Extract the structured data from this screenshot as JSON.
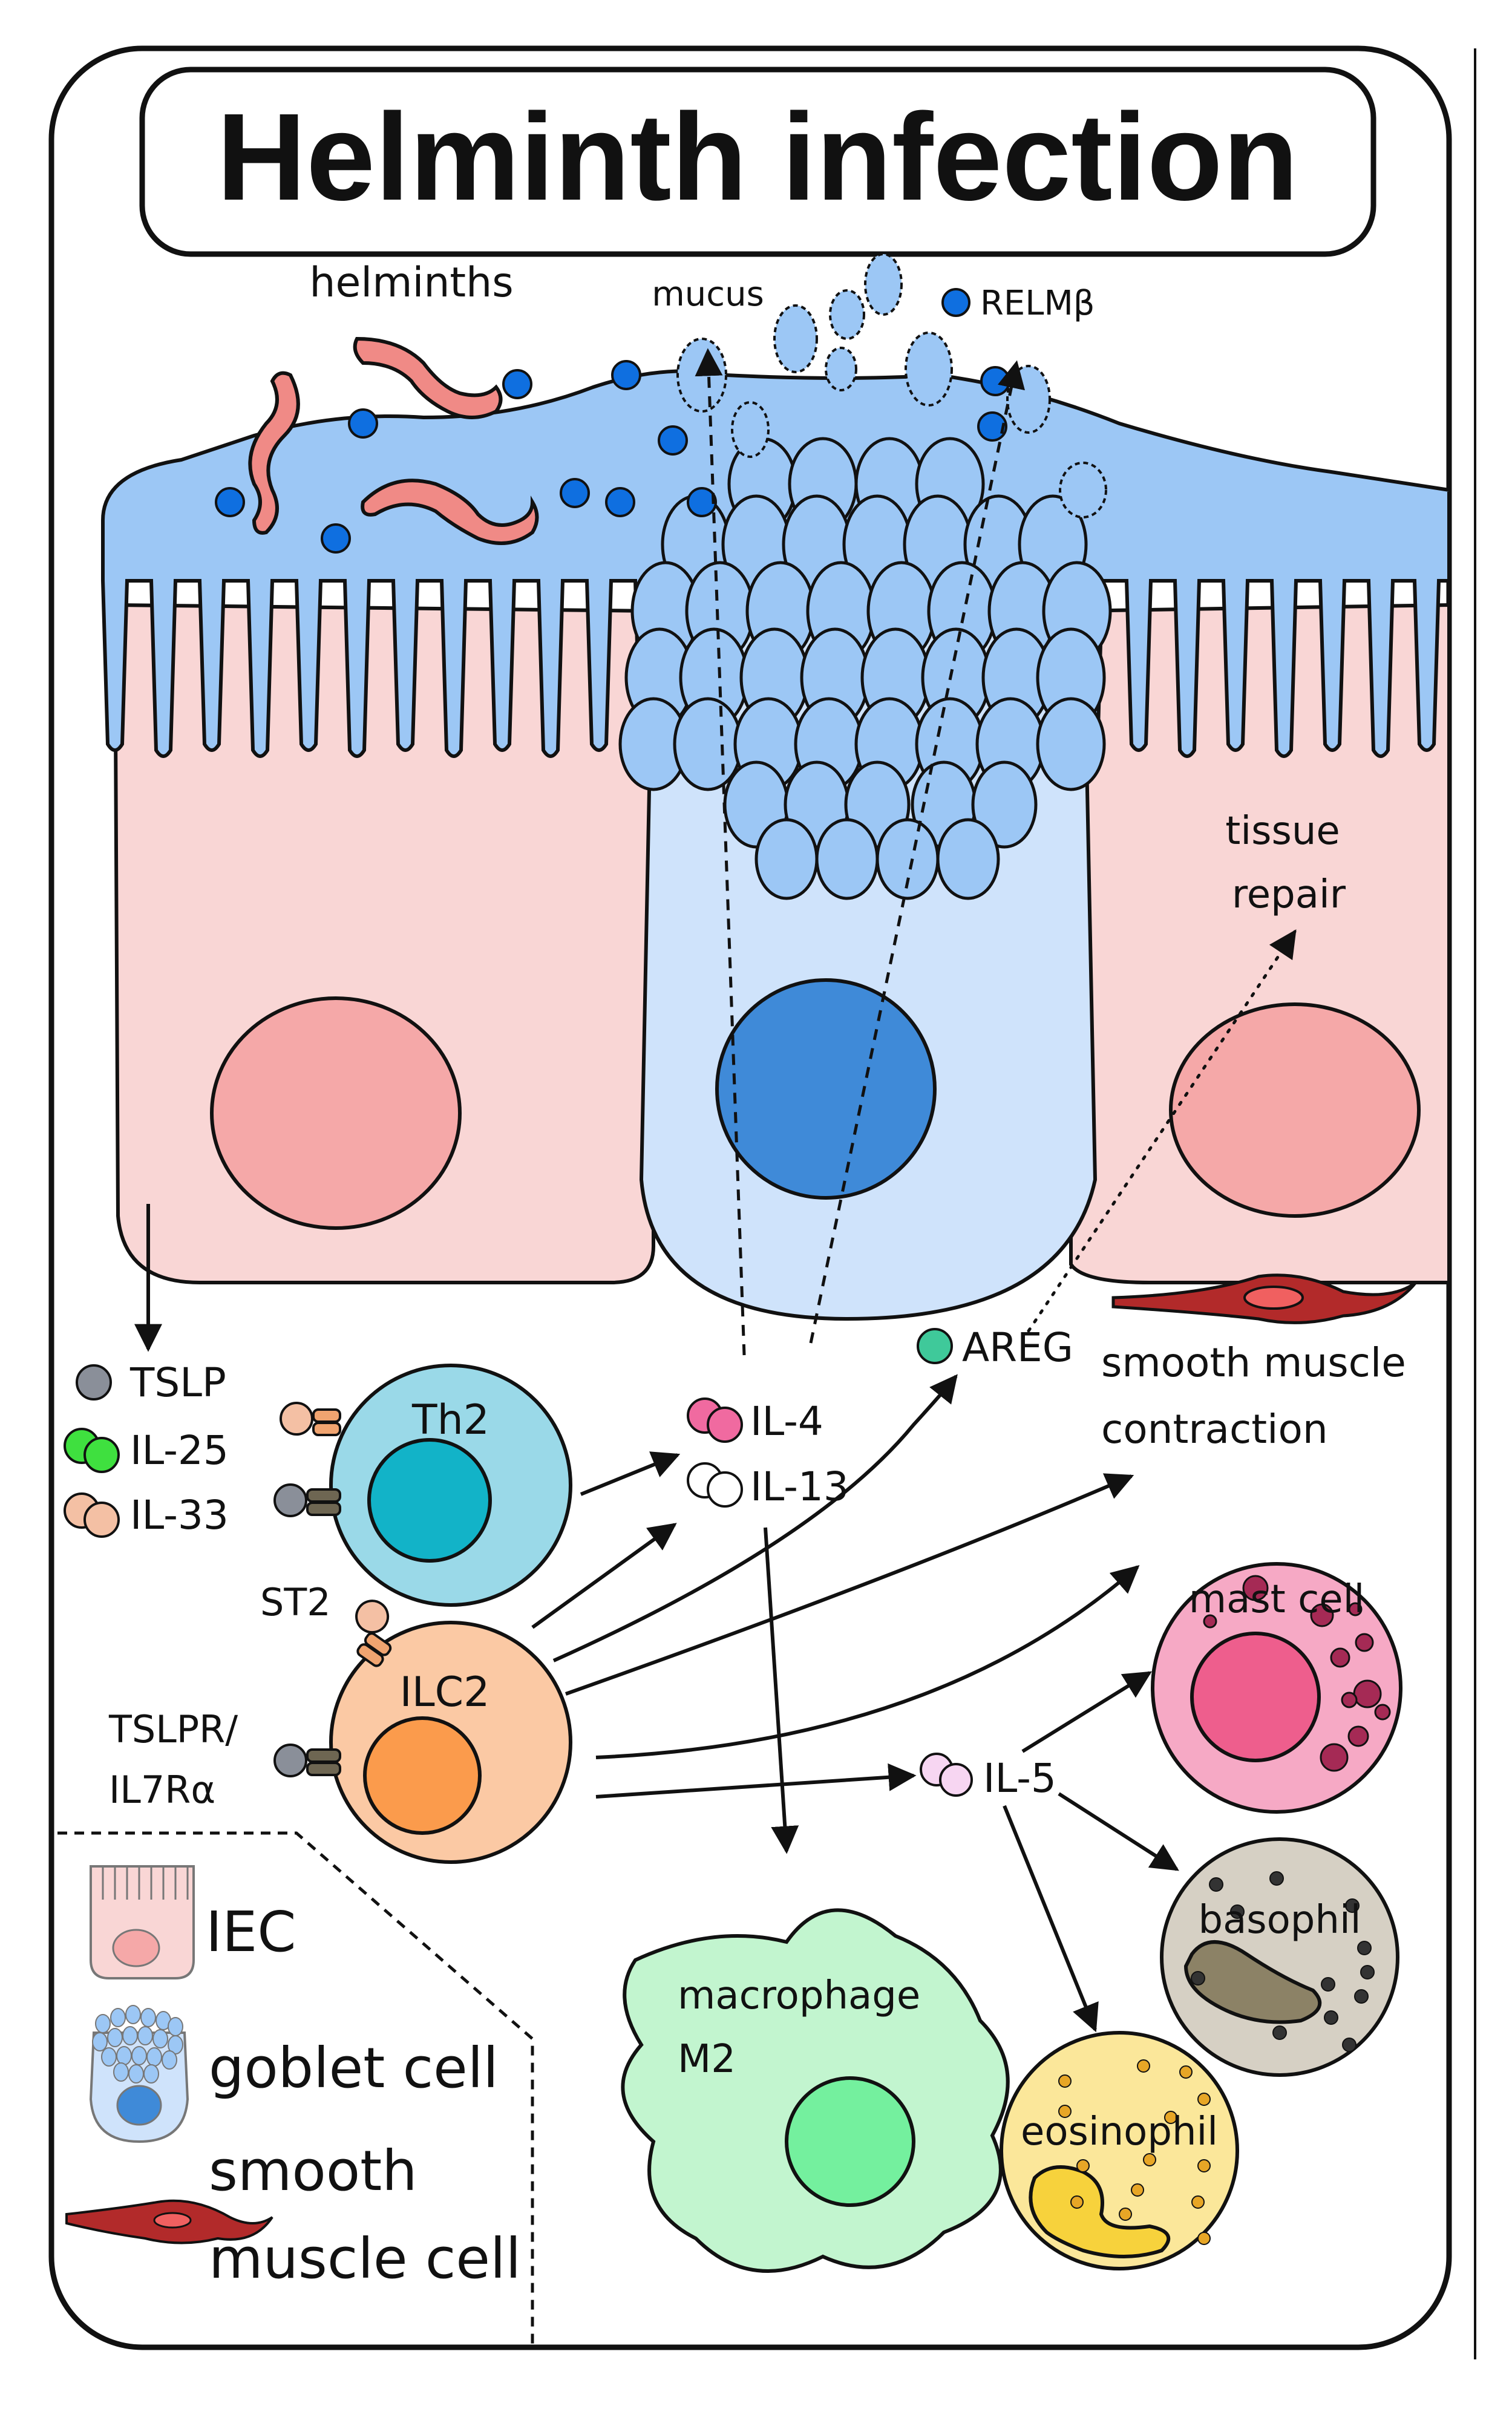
{
  "title": "Helminth infection",
  "labels": {
    "helminths": "helminths",
    "mucus": "mucus",
    "relmb": "RELMβ",
    "tissue_repair_1": "tissue",
    "tissue_repair_2": "repair",
    "tslp": "TSLP",
    "il25": "IL-25",
    "il33": "IL-33",
    "th2": "Th2",
    "st2": "ST2",
    "ilc2": "ILC2",
    "tslpr_1": "TSLPR/",
    "tslpr_2": "IL7Rα",
    "il4": "IL-4",
    "il13": "IL-13",
    "areg": "AREG",
    "smooth_contraction_1": "smooth muscle",
    "smooth_contraction_2": "contraction",
    "mast_cell": "mast cell",
    "il5": "IL-5",
    "basophil": "basophil",
    "macrophage_1": "macrophage",
    "macrophage_2": "M2",
    "eosinophil": "eosinophil"
  },
  "legend": {
    "iec": "IEC",
    "goblet": "goblet cell",
    "smooth_1": "smooth",
    "smooth_2": "muscle cell"
  },
  "colors": {
    "iec_fill": "#f9d6d5",
    "iec_nucleus": "#f5a8a8",
    "mucus_fill": "#9cc7f5",
    "goblet_body": "#cfe3fb",
    "goblet_granule": "#9cc7f5",
    "goblet_nucleus": "#3f8ad8",
    "relmb_dot": "#0f6fe0",
    "helminth": "#f08a86",
    "th2_body": "#9ad9e8",
    "th2_nucleus": "#12b3c8",
    "ilc2_body": "#fbc9a4",
    "ilc2_nucleus": "#fb9b4c",
    "mast_body": "#f6a9c5",
    "mast_nucleus": "#ee5e8d",
    "mast_granule": "#a52a55",
    "basophil_body": "#d6d0c4",
    "basophil_nucleus": "#8c8266",
    "eosinophil_body": "#fbe79a",
    "eosinophil_nucleus": "#f7d23c",
    "eosinophil_granule": "#e7a626",
    "macrophage_body": "#c2f5cf",
    "macrophage_nucleus": "#74f09e",
    "smooth_muscle": "#b22a2a",
    "smooth_muscle_nucleus": "#f06060",
    "tslp_dot": "#8a8f99",
    "il25_dot": "#3fe03f",
    "il33_dot": "#f4c0a4",
    "il4_dot": "#f06aa0",
    "areg_dot": "#3fc99a",
    "il5_dot": "#f7d6f2",
    "st2_receptor": "#f0a470",
    "tslpr_receptor": "#6e6652"
  }
}
